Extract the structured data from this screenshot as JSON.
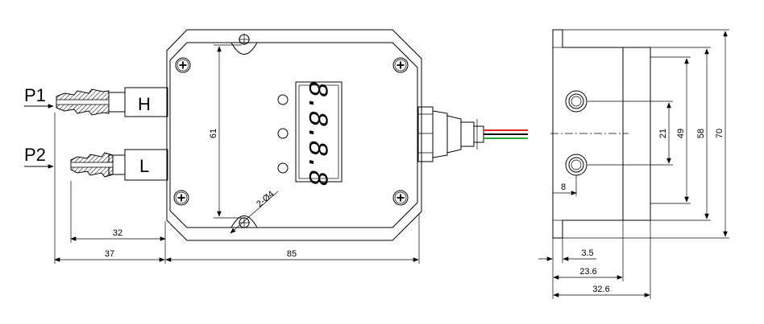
{
  "labels": {
    "port_high": "P1",
    "port_low": "P2",
    "marker_high": "H",
    "marker_low": "L",
    "display_digits": "8.8.8.8",
    "hole_callout": "2-Ø4"
  },
  "dimensions": {
    "front_height": "61",
    "fitting_length": "32",
    "port_offset": "37",
    "body_width": "85",
    "hole_pitch": "21",
    "side_49": "49",
    "side_58": "58",
    "side_70": "70",
    "side_8": "8",
    "side_3_5": "3.5",
    "side_23_6": "23.6",
    "side_32_6": "32.6"
  },
  "colors": {
    "wire_red": "#e0201c",
    "wire_black": "#000000",
    "wire_green": "#1fa83a"
  }
}
